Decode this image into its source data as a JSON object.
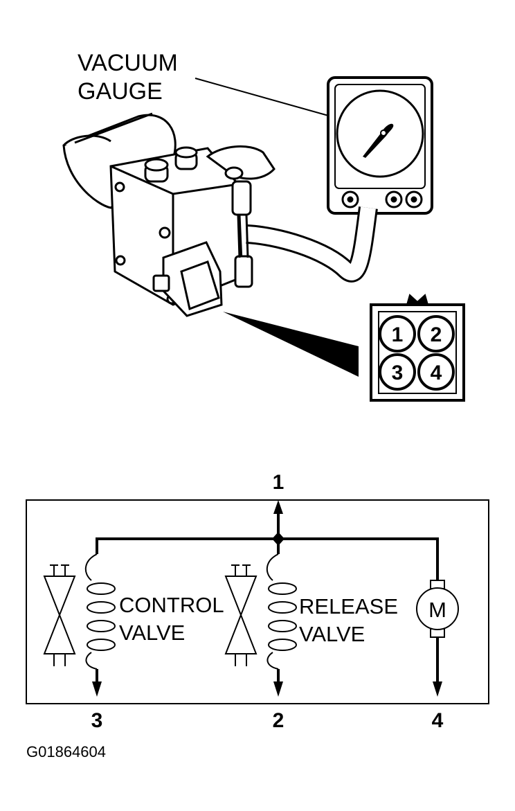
{
  "callout": {
    "line1": "VACUUM",
    "line2": "GAUGE"
  },
  "connector_pins": [
    "1",
    "2",
    "3",
    "4"
  ],
  "schematic": {
    "top_terminal": "1",
    "bottom_terminals": [
      "3",
      "2",
      "4"
    ],
    "control_valve": {
      "line1": "CONTROL",
      "line2": "VALVE"
    },
    "release_valve": {
      "line1": "RELEASE",
      "line2": "VALVE"
    },
    "motor_symbol": "M"
  },
  "figure_id": "G01864604",
  "colors": {
    "ink": "#000000",
    "paper": "#ffffff"
  }
}
